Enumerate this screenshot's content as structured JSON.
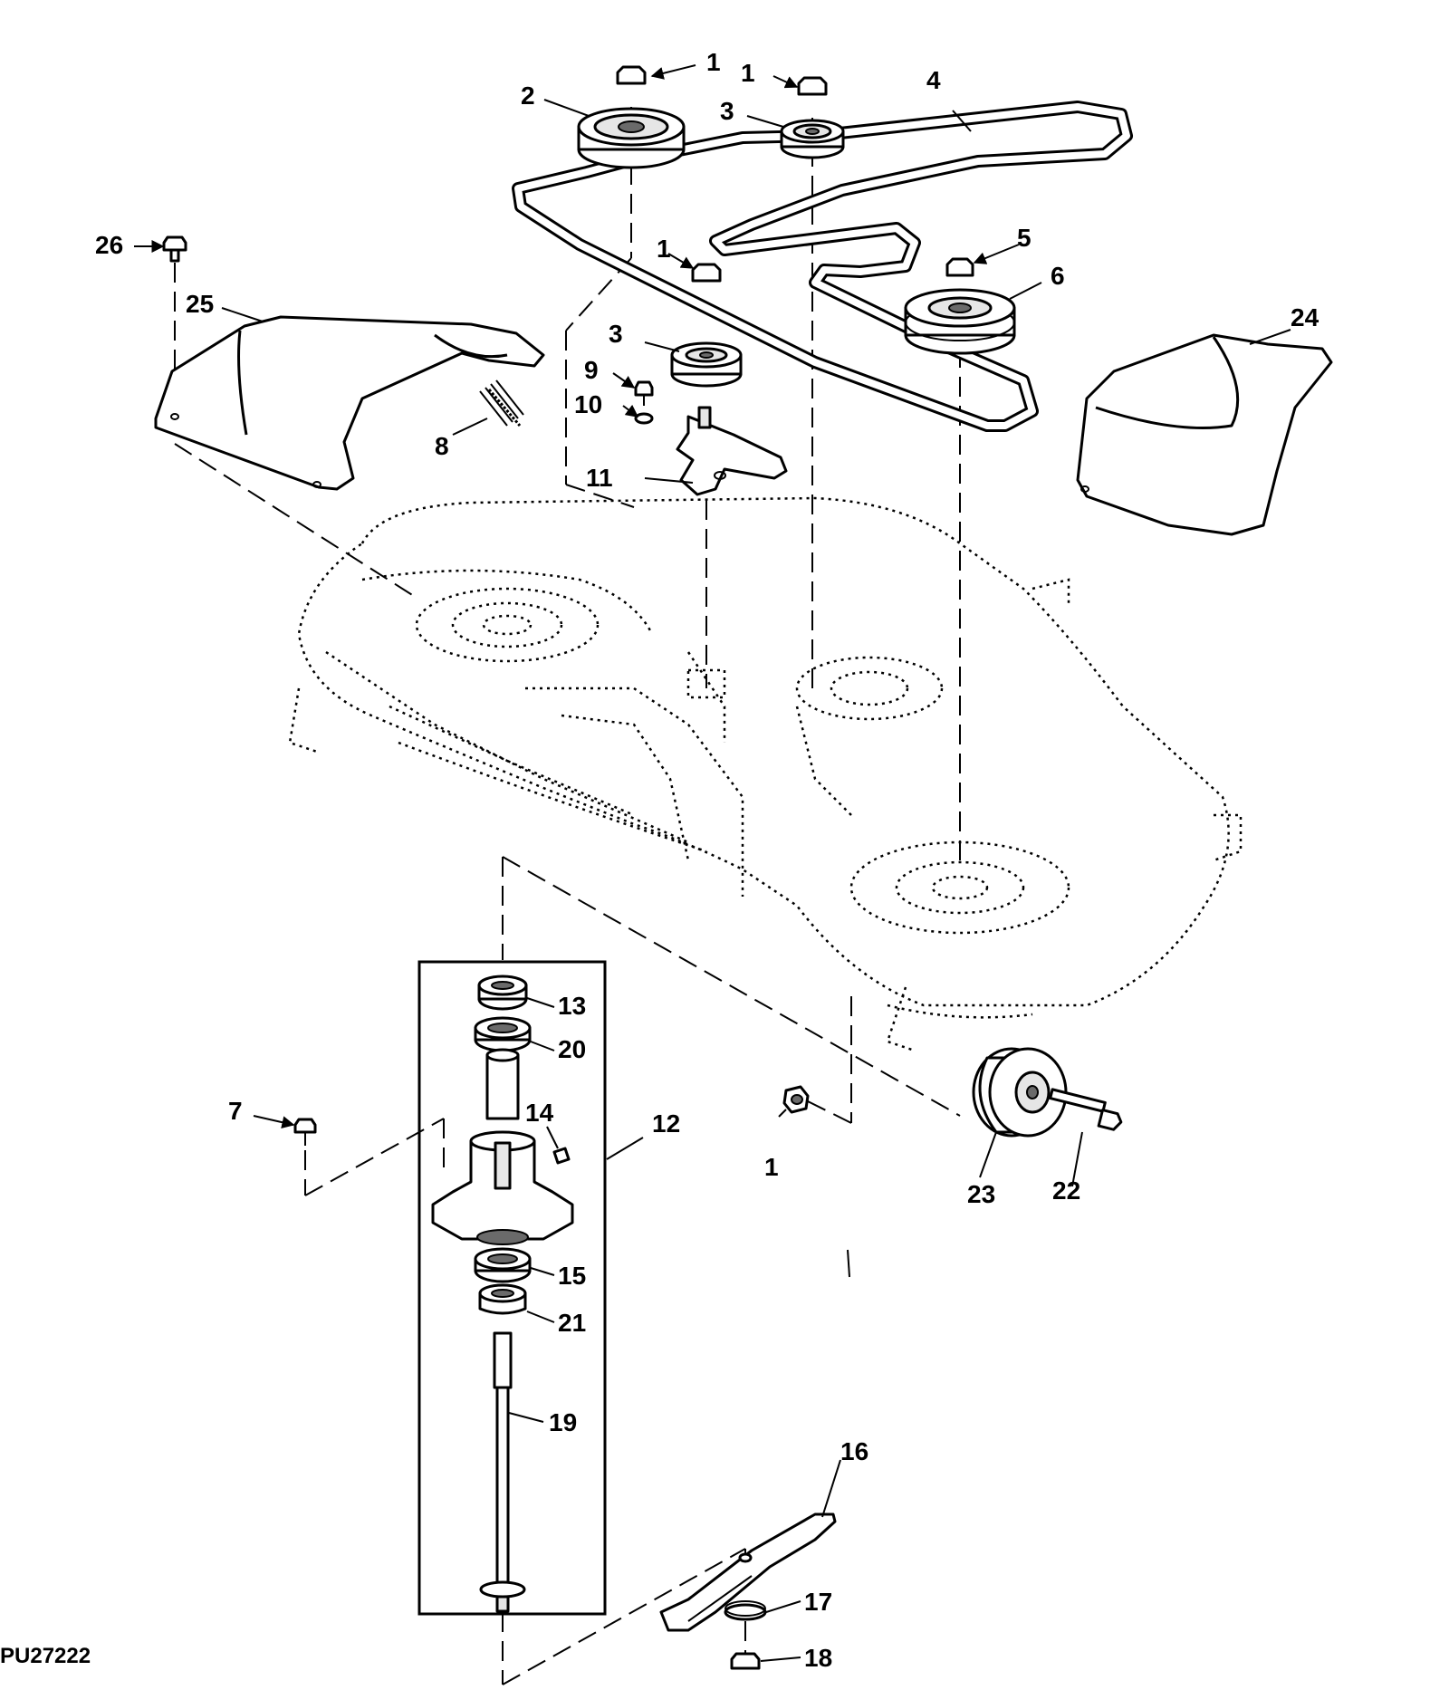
{
  "figure_id": "PU27222",
  "callouts": [
    "1",
    "2",
    "3",
    "4",
    "5",
    "6",
    "7",
    "8",
    "9",
    "10",
    "11",
    "12",
    "13",
    "14",
    "15",
    "16",
    "17",
    "18",
    "19",
    "20",
    "21",
    "22",
    "23",
    "24",
    "25",
    "26"
  ],
  "colors": {
    "line": "#000000",
    "background": "#ffffff",
    "shade": "#e6e6e6"
  }
}
